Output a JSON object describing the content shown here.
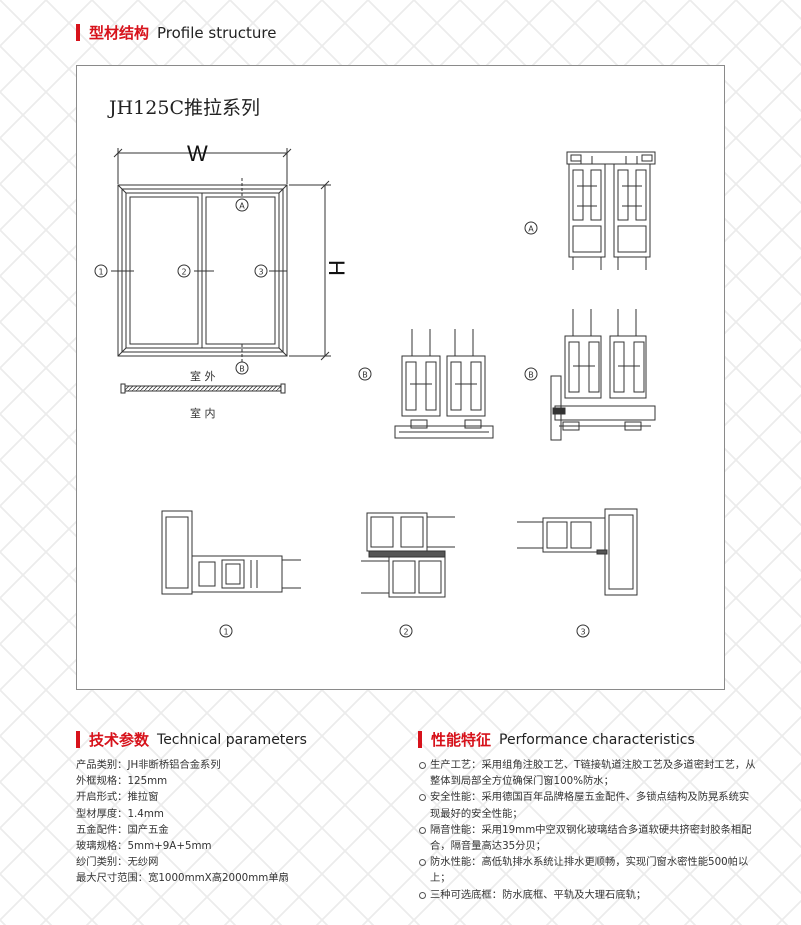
{
  "header": {
    "title_zh": "型材结构",
    "title_en": "Profile structure"
  },
  "drawing": {
    "series_title": "JH125C推拉系列",
    "dim_w": "W",
    "dim_h": "H",
    "marker_a": "A",
    "marker_b": "B",
    "marker_1": "1",
    "marker_2": "2",
    "marker_3": "3",
    "outdoor": "室 外",
    "indoor": "室 内"
  },
  "technical": {
    "title_zh": "技术参数",
    "title_en": "Technical parameters",
    "rows": [
      "产品类别：JH非断桥铝合金系列",
      "外框规格：125mm",
      "开启形式：推拉窗",
      "型材厚度：1.4mm",
      "五金配件：国产五金",
      "玻璃规格：5mm+9A+5mm",
      "纱门类别：无纱网",
      "最大尺寸范围：宽1000mmX高2000mm单扇"
    ]
  },
  "performance": {
    "title_zh": "性能特征",
    "title_en": "Performance characteristics",
    "items": [
      "生产工艺：采用组角注胶工艺、T链接轨道注胶工艺及多道密封工艺，从整体到局部全方位确保门窗100%防水；",
      "安全性能：采用德国百年品牌格屋五金配件、多锁点结构及防晃系统实现最好的安全性能；",
      "隔音性能：采用19mm中空双钢化玻璃结合多道软硬共挤密封胶条相配合，隔音量高达35分贝；",
      "防水性能：高低轨排水系统让排水更顺畅，实现门窗水密性能500帕以上；",
      "三种可选底框：防水底框、平轨及大理石底轨；"
    ]
  },
  "colors": {
    "accent": "#d7121b",
    "line": "#333333",
    "border": "#8a8a8a"
  }
}
